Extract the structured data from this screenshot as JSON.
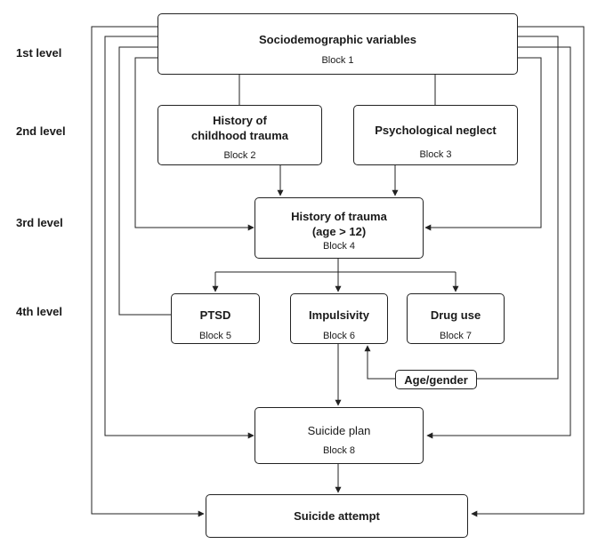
{
  "levels": {
    "l1": "1st level",
    "l2": "2nd level",
    "l3": "3rd level",
    "l4": "4th level"
  },
  "nodes": {
    "sociodemographic": {
      "title": "Sociodemographic variables",
      "block": "Block 1"
    },
    "childhood_trauma": {
      "title": "History of\nchildhood trauma",
      "block": "Block 2"
    },
    "psych_neglect": {
      "title": "Psychological neglect",
      "block": "Block 3"
    },
    "trauma_after12": {
      "title": "History of trauma\n(age > 12)",
      "block": "Block 4"
    },
    "ptsd": {
      "title": "PTSD",
      "block": "Block 5"
    },
    "impulsivity": {
      "title": "Impulsivity",
      "block": "Block 6"
    },
    "drug_use": {
      "title": "Drug use",
      "block": "Block 7"
    },
    "age_gender": {
      "title": "Age/gender"
    },
    "suicide_plan": {
      "title": "Suicide plan",
      "block": "Block 8"
    },
    "suicide_attempt": {
      "title": "Suicide attempt"
    }
  }
}
